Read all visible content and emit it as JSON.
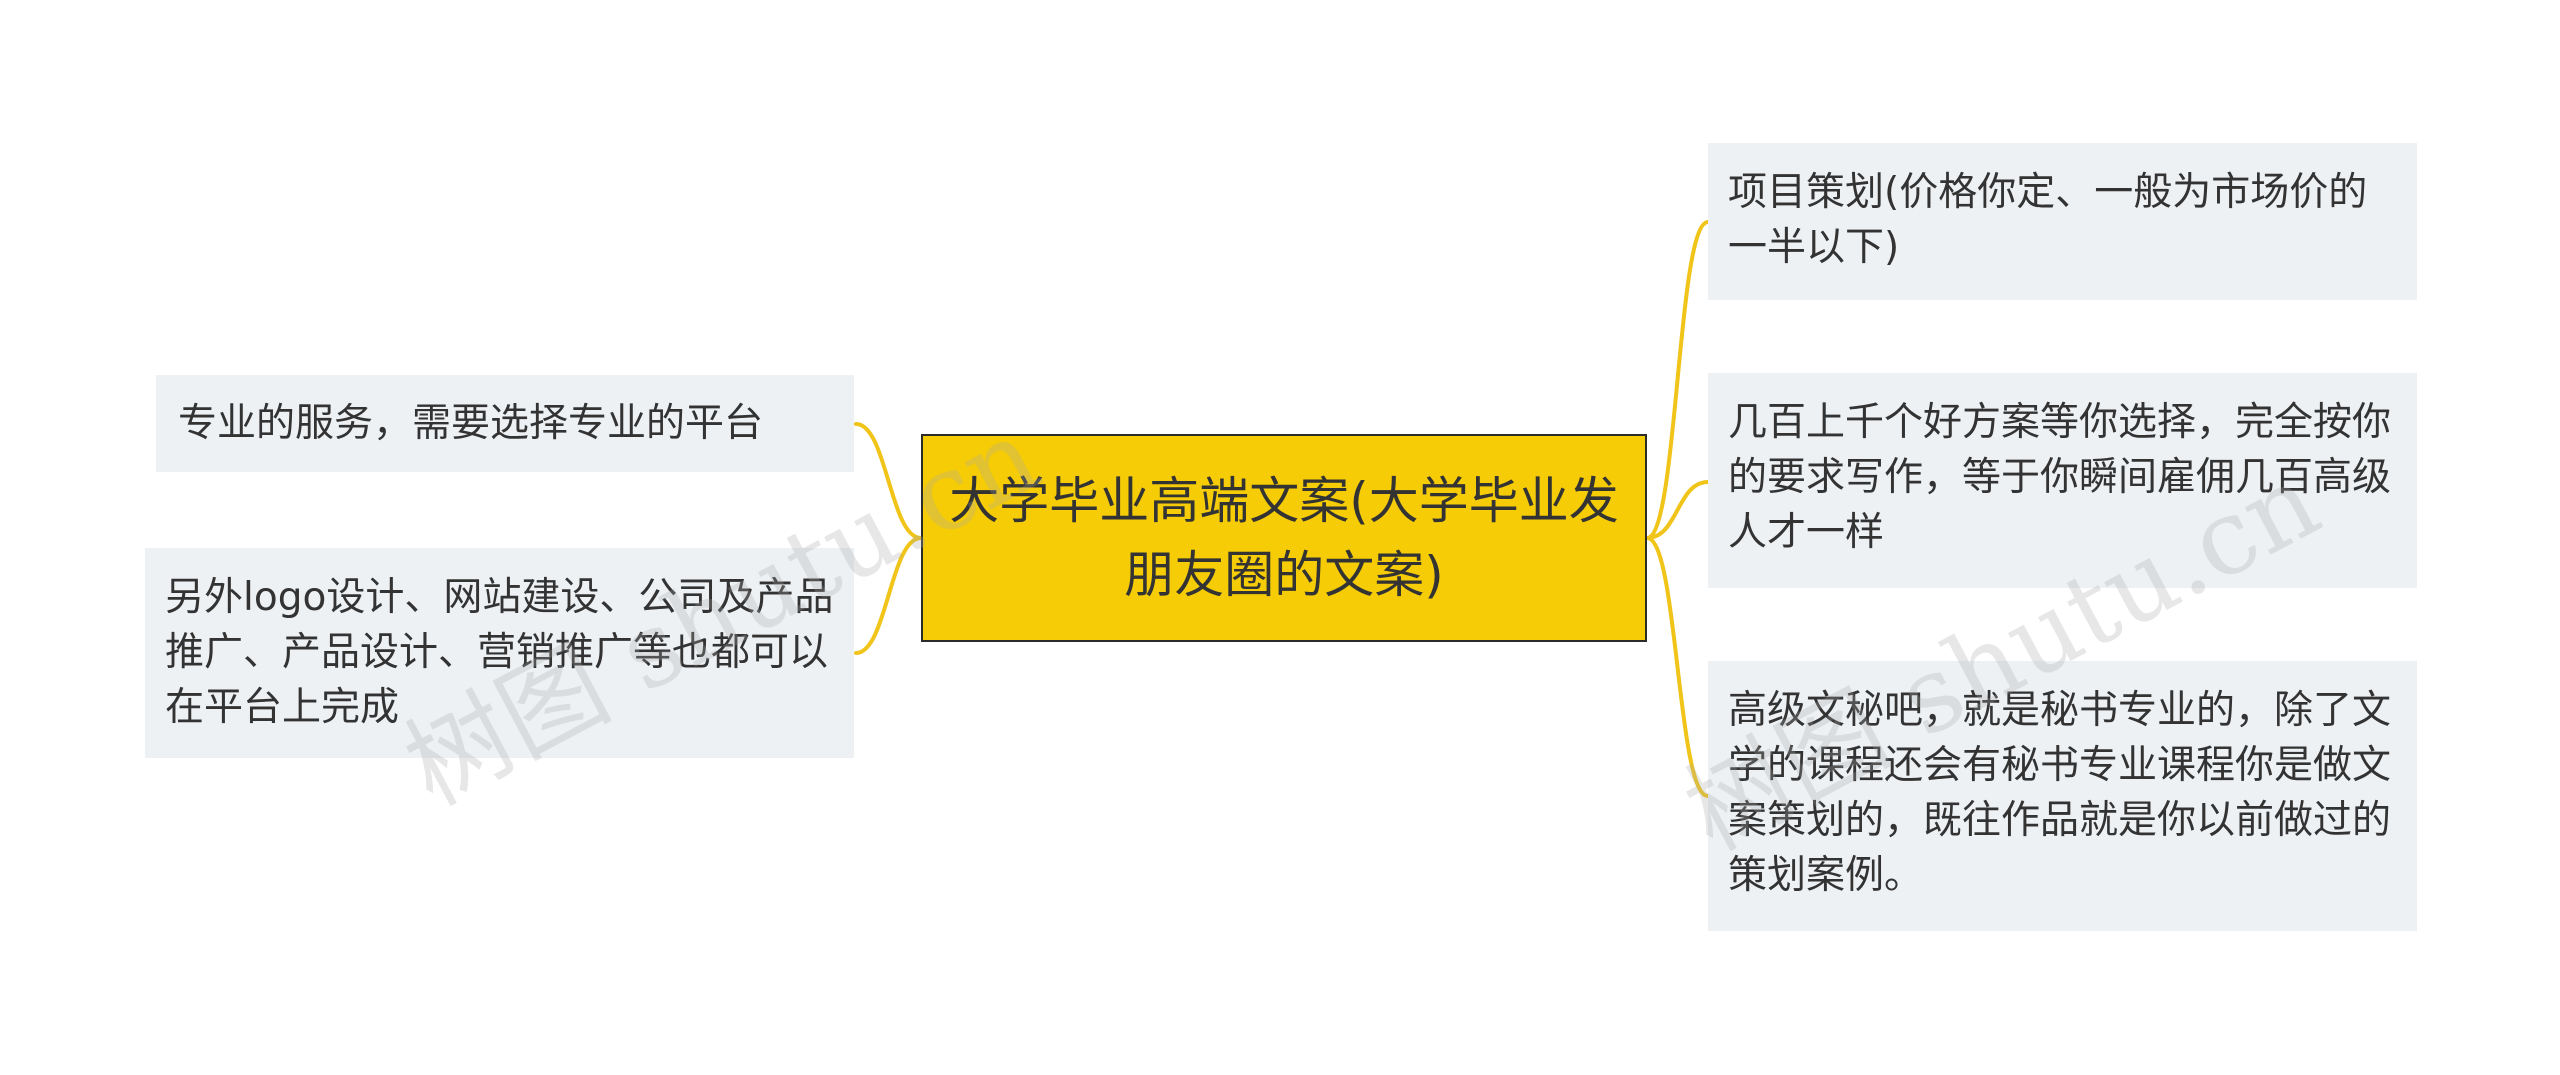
{
  "mindmap": {
    "center": {
      "text": "大学毕业高端文案(大学毕业发朋友圈的文案)"
    },
    "left_branches": [
      {
        "text": "专业的服务，需要选择专业的平台"
      },
      {
        "text": "另外logo设计、网站建设、公司及产品推广、产品设计、营销推广等也都可以在平台上完成"
      }
    ],
    "right_branches": [
      {
        "text": "项目策划(价格你定、一般为市场价的一半以下)"
      },
      {
        "text": "几百上千个好方案等你选择，完全按你的要求写作，等于你瞬间雇佣几百高级人才一样"
      },
      {
        "text": "高级文秘吧，就是秘书专业的，除了文学的课程还会有秘书专业课程你是做文案策划的，既往作品就是你以前做过的策划案例。"
      }
    ]
  },
  "watermarks": [
    "树图 shutu.cn",
    "树图 shutu.cn"
  ],
  "colors": {
    "center_fill": "#f5cc05",
    "center_border": "#2b2b2b",
    "leaf_fill": "#eef1f4",
    "connector": "#f0c419",
    "text": "#333333"
  }
}
